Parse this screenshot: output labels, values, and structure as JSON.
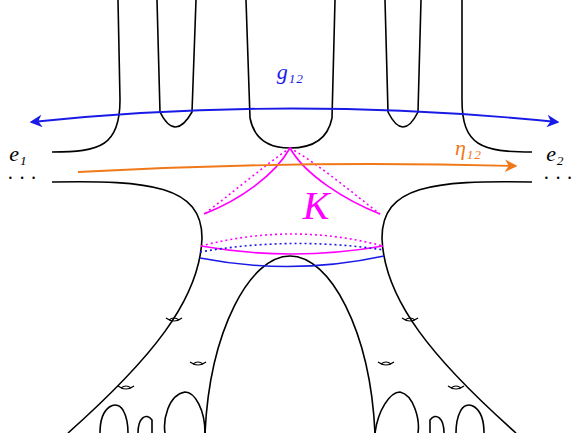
{
  "diagram": {
    "labels": [
      "g₁₂",
      "e₁",
      "η₁₂",
      "e₂",
      "K",
      "· · ·",
      "· · ·"
    ]
  }
}
